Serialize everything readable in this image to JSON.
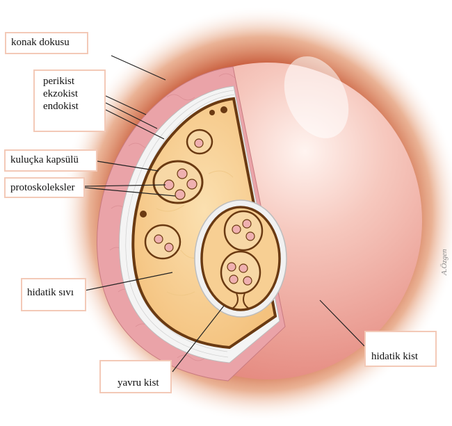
{
  "diagram": {
    "labels": {
      "konak_dokusu": "konak dokusu",
      "perikist": "perikist",
      "ekzokist": "ekzokist",
      "endokist": "endokist",
      "kulucka_kapsulu": "kuluçka kapsülü",
      "protoskoleksler": "protoskoleksler",
      "hidatik_sivi": "hidatik sıvı",
      "yavru_kist": "yavru kist",
      "hidatik_kist": "hidatik kist"
    },
    "signature": "A.Özgen",
    "colors": {
      "host_tissue_halo": "#c0441f",
      "pericyst": "#eaa3a8",
      "laminated_layer": "#f2f2f2",
      "fluid": "#f7cf93",
      "membrane_outline": "#6a3a12",
      "outer_cyst_surface": "#f2b6ad",
      "label_border": "#f3c9b7"
    }
  }
}
